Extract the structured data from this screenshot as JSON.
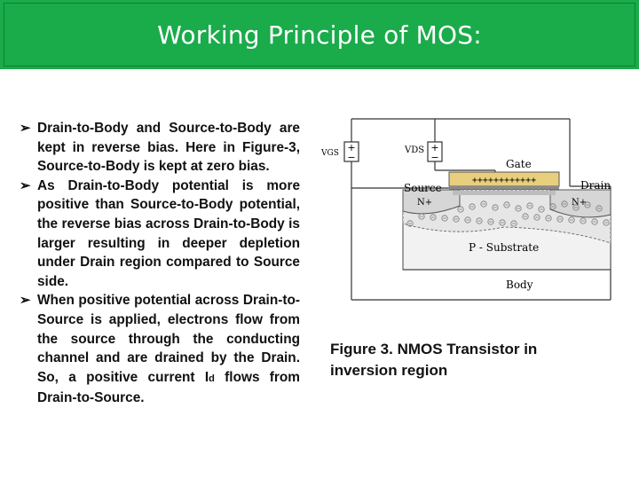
{
  "slide": {
    "title": "Working Principle of MOS:"
  },
  "bullets": [
    {
      "text": "Drain-to-Body and Source-to-Body are kept in reverse bias. Here in Figure-3, Source-to-Body is kept at zero bias."
    },
    {
      "text": "As Drain-to-Body potential is more positive than Source-to-Body potential, the reverse bias across Drain-to-Body is larger resulting in deeper depletion under Drain region compared to Source side."
    },
    {
      "text_before": "When positive potential across Drain-to-Source is applied, electrons flow from the source through the conducting channel and are drained by the Drain. So, a positive current I",
      "subscript": "d",
      "text_after": " flows from Drain-to-Source."
    }
  ],
  "diagram": {
    "vgs_label": "VGS",
    "vds_label": "VDS",
    "gate_label": "Gate",
    "gate_charges": "++++++++++++",
    "source_label": "Source",
    "drain_label": "Drain",
    "source_region_label": "N+",
    "drain_region_label": "N+",
    "substrate_label": "P - Substrate",
    "body_label": "Body",
    "plus": "+",
    "minus": "−"
  },
  "caption": {
    "text": "Figure 3. NMOS Transistor in inversion region"
  }
}
